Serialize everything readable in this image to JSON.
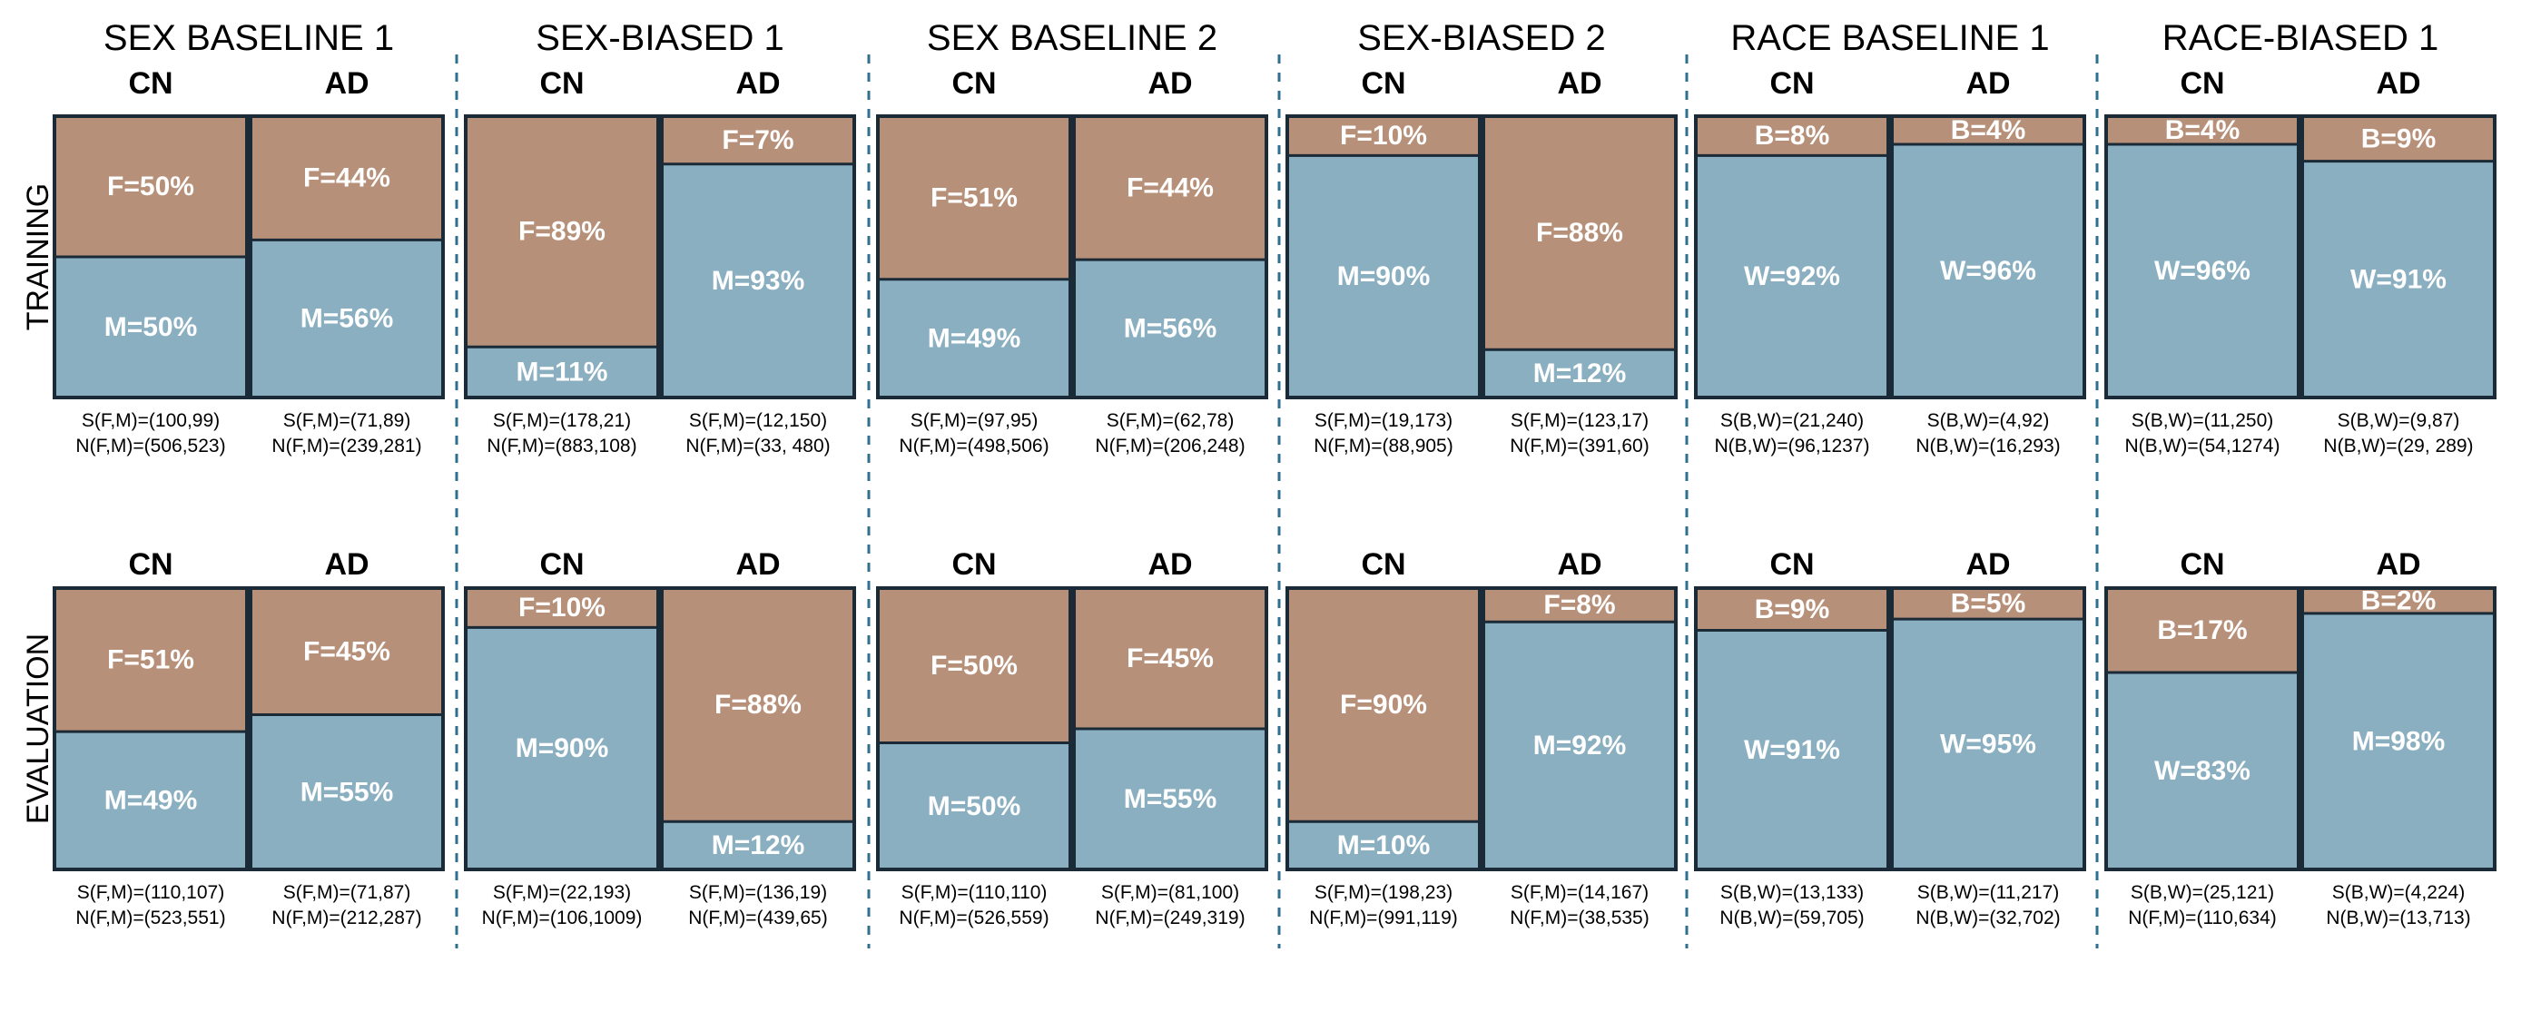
{
  "colors": {
    "female_or_black": "#b79079",
    "male_or_white": "#8aafc0",
    "border": "#1a2a36",
    "divider": "#2f6f8f",
    "text": "#000000",
    "bar_text": "#ffffff"
  },
  "row_labels": [
    "TRAINING",
    "EVALUATION"
  ],
  "groups": [
    {
      "title": "SEX BASELINE 1",
      "panels": [
        [
          {
            "label": "CN",
            "top": "F=50%",
            "bottom": "M=50%",
            "top_fraction": 0.5,
            "s_line": "S(F,M)=(100,99)",
            "n_line": "N(F,M)=(506,523)"
          },
          {
            "label": "AD",
            "top": "F=44%",
            "bottom": "M=56%",
            "top_fraction": 0.44,
            "s_line": "S(F,M)=(71,89)",
            "n_line": "N(F,M)=(239,281)"
          }
        ],
        [
          {
            "label": "CN",
            "top": "F=51%",
            "bottom": "M=49%",
            "top_fraction": 0.51,
            "s_line": "S(F,M)=(110,107)",
            "n_line": "N(F,M)=(523,551)"
          },
          {
            "label": "AD",
            "top": "F=45%",
            "bottom": "M=55%",
            "top_fraction": 0.45,
            "s_line": "S(F,M)=(71,87)",
            "n_line": "N(F,M)=(212,287)"
          }
        ]
      ]
    },
    {
      "title": "SEX-BIASED 1",
      "panels": [
        [
          {
            "label": "CN",
            "top": "F=89%",
            "bottom": "M=11%",
            "top_fraction": 0.82,
            "s_line": "S(F,M)=(178,21)",
            "n_line": "N(F,M)=(883,108)"
          },
          {
            "label": "AD",
            "top": "F=7%",
            "bottom": "M=93%",
            "top_fraction": 0.17,
            "s_line": "S(F,M)=(12,150)",
            "n_line": "N(F,M)=(33, 480)"
          }
        ],
        [
          {
            "label": "CN",
            "top": "F=10%",
            "bottom": "M=90%",
            "top_fraction": 0.14,
            "s_line": "S(F,M)=(22,193)",
            "n_line": "N(F,M)=(106,1009)"
          },
          {
            "label": "AD",
            "top": "F=88%",
            "bottom": "M=12%",
            "top_fraction": 0.83,
            "s_line": "S(F,M)=(136,19)",
            "n_line": "N(F,M)=(439,65)"
          }
        ]
      ]
    },
    {
      "title": "SEX BASELINE 2",
      "panels": [
        [
          {
            "label": "CN",
            "top": "F=51%",
            "bottom": "M=49%",
            "top_fraction": 0.58,
            "s_line": "S(F,M)=(97,95)",
            "n_line": "N(F,M)=(498,506)"
          },
          {
            "label": "AD",
            "top": "F=44%",
            "bottom": "M=56%",
            "top_fraction": 0.51,
            "s_line": "S(F,M)=(62,78)",
            "n_line": "N(F,M)=(206,248)"
          }
        ],
        [
          {
            "label": "CN",
            "top": "F=50%",
            "bottom": "M=50%",
            "top_fraction": 0.55,
            "s_line": "S(F,M)=(110,110)",
            "n_line": "N(F,M)=(526,559)"
          },
          {
            "label": "AD",
            "top": "F=45%",
            "bottom": "M=55%",
            "top_fraction": 0.5,
            "s_line": "S(F,M)=(81,100)",
            "n_line": "N(F,M)=(249,319)"
          }
        ]
      ]
    },
    {
      "title": "SEX-BIASED 2",
      "panels": [
        [
          {
            "label": "CN",
            "top": "F=10%",
            "bottom": "M=90%",
            "top_fraction": 0.14,
            "s_line": "S(F,M)=(19,173)",
            "n_line": "N(F,M)=(88,905)"
          },
          {
            "label": "AD",
            "top": "F=88%",
            "bottom": "M=12%",
            "top_fraction": 0.83,
            "s_line": "S(F,M)=(123,17)",
            "n_line": "N(F,M)=(391,60)"
          }
        ],
        [
          {
            "label": "CN",
            "top": "F=90%",
            "bottom": "M=10%",
            "top_fraction": 0.83,
            "s_line": "S(F,M)=(198,23)",
            "n_line": "N(F,M)=(991,119)"
          },
          {
            "label": "AD",
            "top": "F=8%",
            "bottom": "M=92%",
            "top_fraction": 0.12,
            "s_line": "S(F,M)=(14,167)",
            "n_line": "N(F,M)=(38,535)"
          }
        ]
      ]
    },
    {
      "title": "RACE BASELINE 1",
      "panels": [
        [
          {
            "label": "CN",
            "top": "B=8%",
            "bottom": "W=92%",
            "top_fraction": 0.14,
            "s_line": "S(B,W)=(21,240)",
            "n_line": "N(B,W)=(96,1237)"
          },
          {
            "label": "AD",
            "top": "B=4%",
            "bottom": "W=96%",
            "top_fraction": 0.1,
            "s_line": "S(B,W)=(4,92)",
            "n_line": "N(B,W)=(16,293)"
          }
        ],
        [
          {
            "label": "CN",
            "top": "B=9%",
            "bottom": "W=91%",
            "top_fraction": 0.15,
            "s_line": "S(B,W)=(13,133)",
            "n_line": "N(B,W)=(59,705)"
          },
          {
            "label": "AD",
            "top": "B=5%",
            "bottom": "W=95%",
            "top_fraction": 0.11,
            "s_line": "S(B,W)=(11,217)",
            "n_line": "N(B,W)=(32,702)"
          }
        ]
      ]
    },
    {
      "title": "RACE-BIASED 1",
      "panels": [
        [
          {
            "label": "CN",
            "top": "B=4%",
            "bottom": "W=96%",
            "top_fraction": 0.1,
            "s_line": "S(B,W)=(11,250)",
            "n_line": "N(B,W)=(54,1274)"
          },
          {
            "label": "AD",
            "top": "B=9%",
            "bottom": "W=91%",
            "top_fraction": 0.16,
            "s_line": "S(B,W)=(9,87)",
            "n_line": "N(B,W)=(29, 289)"
          }
        ],
        [
          {
            "label": "CN",
            "top": "B=17%",
            "bottom": "W=83%",
            "top_fraction": 0.3,
            "s_line": "S(B,W)=(25,121)",
            "n_line": "N(F,M)=(110,634)"
          },
          {
            "label": "AD",
            "top": "B=2%",
            "bottom": "M=98%",
            "top_fraction": 0.09,
            "s_line": "S(B,W)=(4,224)",
            "n_line": "N(B,W)=(13,713)"
          }
        ]
      ]
    }
  ]
}
